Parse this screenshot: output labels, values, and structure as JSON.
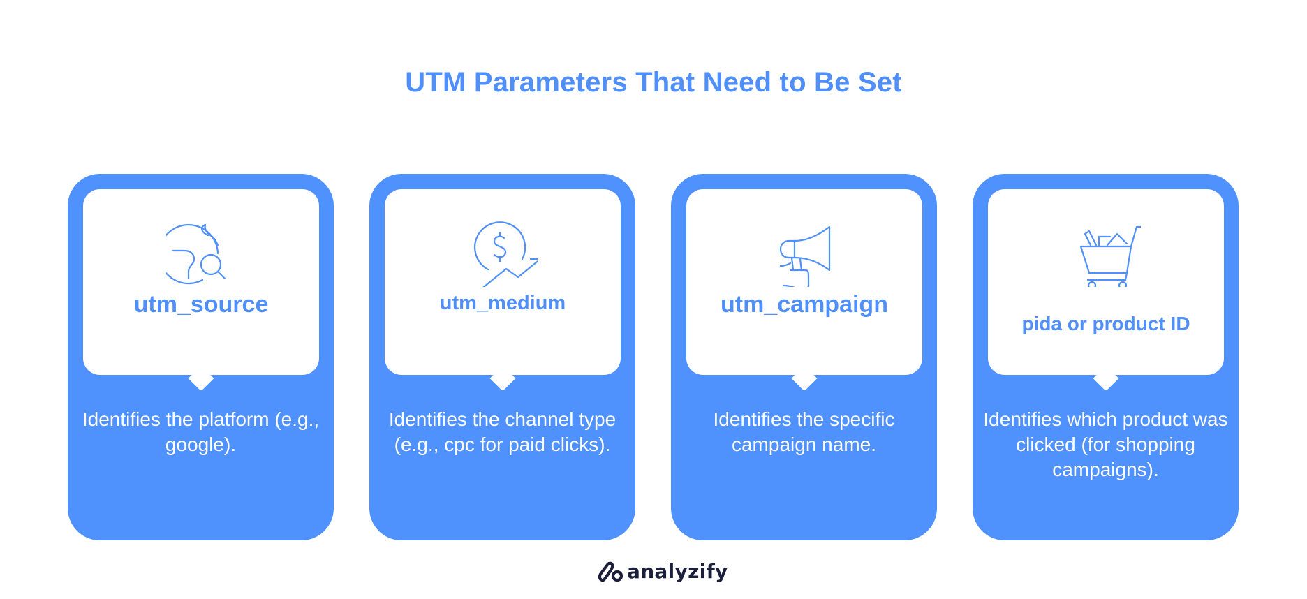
{
  "title": "UTM Parameters That Need to Be Set",
  "colors": {
    "card_blue": "#4f91fd",
    "title_blue": "#4f8ff7",
    "logo_navy": "#1c1f3a",
    "white": "#ffffff"
  },
  "cards": [
    {
      "icon": "globe-search-icon",
      "label": "utm_source",
      "description": "Identifies the platform (e.g., google)."
    },
    {
      "icon": "dollar-growth-icon",
      "label": "utm_medium",
      "description": "Identifies the channel type (e.g., cpc for paid clicks)."
    },
    {
      "icon": "megaphone-icon",
      "label": "utm_campaign",
      "description": "Identifies the specific campaign name."
    },
    {
      "icon": "shopping-cart-icon",
      "label": "pida or product ID",
      "description": "Identifies which product was clicked (for shopping campaigns)."
    }
  ],
  "footer": {
    "logo_text": "analyzify"
  }
}
